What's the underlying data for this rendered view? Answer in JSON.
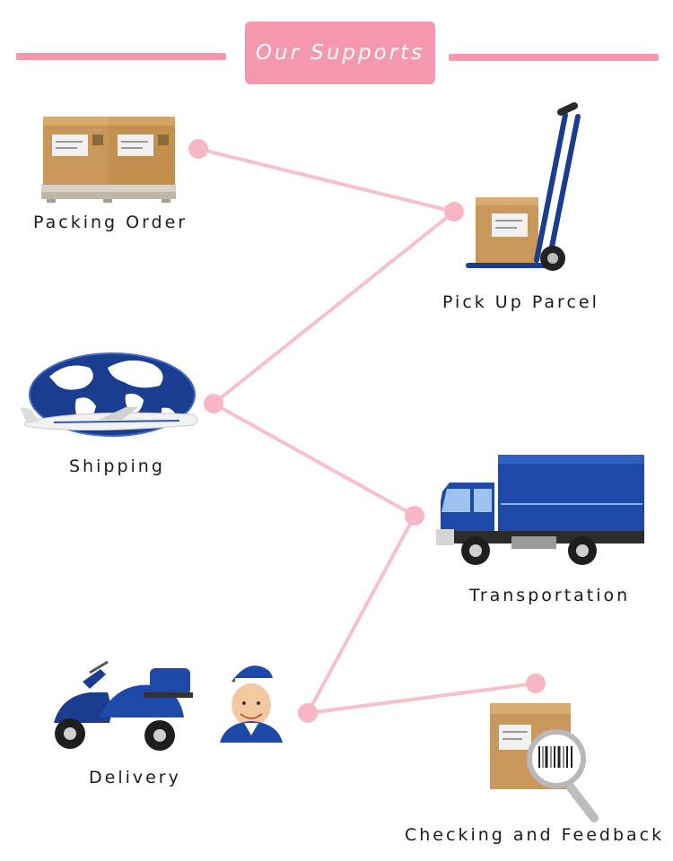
{
  "header": {
    "title": "Our Supports"
  },
  "colors": {
    "accent": "#f597ad",
    "path": "#f7c0cd",
    "node": "#f7b6c6",
    "box": "#c9975a",
    "blue": "#1b3d8f"
  },
  "steps": [
    {
      "label": "Packing Order",
      "icon": "packing-boxes-icon"
    },
    {
      "label": "Pick Up Parcel",
      "icon": "hand-truck-icon"
    },
    {
      "label": "Shipping",
      "icon": "globe-airplane-icon"
    },
    {
      "label": "Transportation",
      "icon": "truck-icon"
    },
    {
      "label": "Delivery",
      "icon": "scooter-courier-icon"
    },
    {
      "label": "Checking and Feedback",
      "icon": "barcode-magnifier-icon"
    }
  ]
}
